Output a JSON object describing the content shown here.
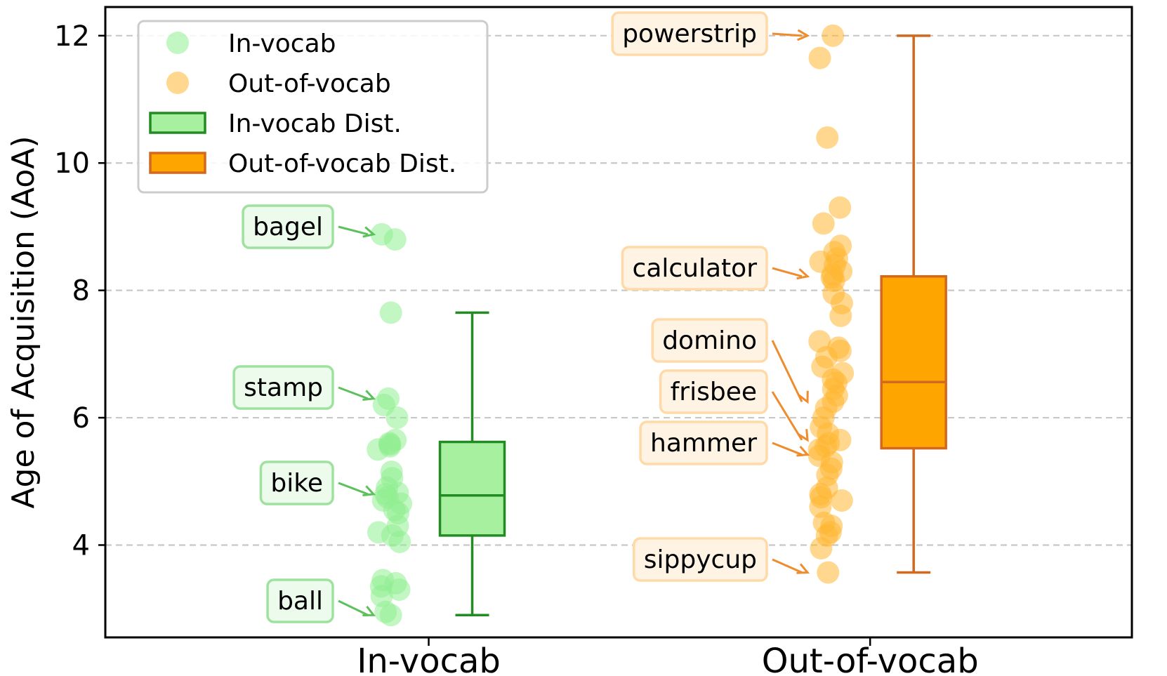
{
  "chart_data": {
    "type": "scatter",
    "ylabel": "Age of Acquisition (AoA)",
    "ylim": [
      2.55,
      12.45
    ],
    "yticks": [
      4,
      6,
      8,
      10,
      12
    ],
    "categories": [
      "In-vocab",
      "Out-of-vocab"
    ],
    "grid": "y-dashed",
    "legend": {
      "placement": "top-left",
      "entries": [
        {
          "label": "In-vocab",
          "kind": "point",
          "color": "#90EE90"
        },
        {
          "label": "Out-of-vocab",
          "kind": "point",
          "color": "#FFB732"
        },
        {
          "label": "In-vocab Dist.",
          "kind": "box",
          "color": "#A6F0A0",
          "edge": "#228B22"
        },
        {
          "label": "Out-of-vocab Dist.",
          "kind": "box",
          "color": "#FFA500",
          "edge": "#D2691E"
        }
      ]
    },
    "series": [
      {
        "name": "In-vocab",
        "color": "#90EE90",
        "edge": "#228B22",
        "points": [
          8.88,
          8.8,
          7.65,
          6.3,
          6.2,
          6.0,
          5.65,
          5.6,
          5.58,
          5.55,
          5.5,
          5.15,
          5.05,
          4.9,
          4.82,
          4.8,
          4.75,
          4.7,
          4.65,
          4.55,
          4.5,
          4.3,
          4.2,
          4.15,
          4.05,
          3.45,
          3.4,
          3.35,
          3.3,
          3.2,
          2.95,
          2.9
        ],
        "box": {
          "whisker_low": 2.9,
          "q1": 4.15,
          "median": 4.78,
          "q3": 5.62,
          "whisker_high": 7.65
        },
        "annotations": [
          {
            "text": "bagel",
            "value": 8.88
          },
          {
            "text": "stamp",
            "value": 6.3
          },
          {
            "text": "bike",
            "value": 4.8
          },
          {
            "text": "ball",
            "value": 2.9
          }
        ]
      },
      {
        "name": "Out-of-vocab",
        "color": "#FFB732",
        "edge": "#D2691E",
        "points": [
          12.0,
          11.65,
          10.4,
          9.3,
          9.05,
          8.7,
          8.6,
          8.5,
          8.45,
          8.4,
          8.3,
          8.25,
          8.2,
          8.15,
          7.95,
          7.8,
          7.6,
          7.2,
          7.1,
          7.05,
          6.95,
          6.8,
          6.7,
          6.6,
          6.55,
          6.45,
          6.35,
          6.25,
          6.15,
          6.0,
          5.85,
          5.75,
          5.65,
          5.6,
          5.55,
          5.5,
          5.4,
          5.3,
          5.2,
          5.1,
          4.9,
          4.8,
          4.75,
          4.7,
          4.6,
          4.35,
          4.3,
          4.2,
          4.15,
          3.95,
          3.57
        ],
        "box": {
          "whisker_low": 3.57,
          "q1": 5.52,
          "median": 6.56,
          "q3": 8.22,
          "whisker_high": 12.0
        },
        "annotations": [
          {
            "text": "powerstrip",
            "value": 12.0
          },
          {
            "text": "calculator",
            "value": 8.22
          },
          {
            "text": "domino",
            "value": 6.25
          },
          {
            "text": "frisbee",
            "value": 5.65
          },
          {
            "text": "hammer",
            "value": 5.42
          },
          {
            "text": "sippycup",
            "value": 3.57
          }
        ]
      }
    ]
  }
}
